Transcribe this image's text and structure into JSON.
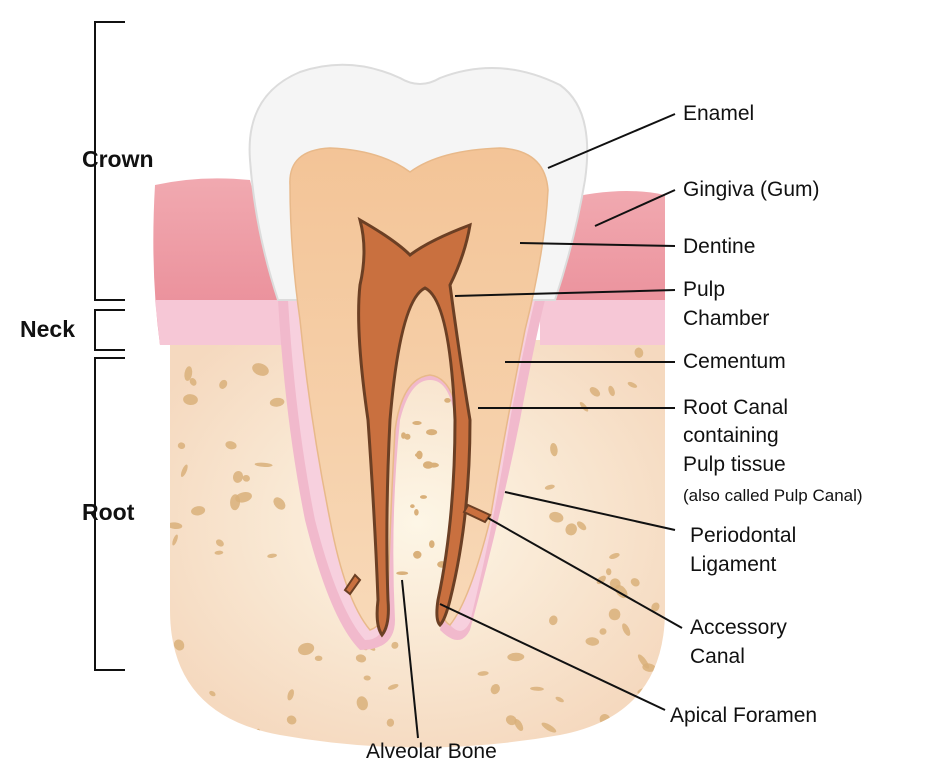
{
  "regions": {
    "crown": "Crown",
    "neck": "Neck",
    "root": "Root"
  },
  "labels": {
    "enamel": "Enamel",
    "gingiva": "Gingiva (Gum)",
    "dentine": "Dentine",
    "pulp_chamber_1": "Pulp",
    "pulp_chamber_2": "Chamber",
    "cementum": "Cementum",
    "root_canal_1": "Root Canal",
    "root_canal_2": "containing",
    "root_canal_3": "Pulp tissue",
    "root_canal_note": "(also called Pulp Canal)",
    "periodontal_1": "Periodontal",
    "periodontal_2": "Ligament",
    "accessory_1": "Accessory",
    "accessory_2": "Canal",
    "apical_foramen": "Apical Foramen",
    "alveolar_bone": "Alveolar Bone"
  },
  "colors": {
    "enamel": "#f4f4f4",
    "dentine": "#f6c9a0",
    "pulp": "#8a5a3a",
    "gingiva": "#ec9aa3",
    "cementum": "#f2c3d4",
    "bone": "#f9ead0",
    "bone_speck": "#d9b07a"
  }
}
